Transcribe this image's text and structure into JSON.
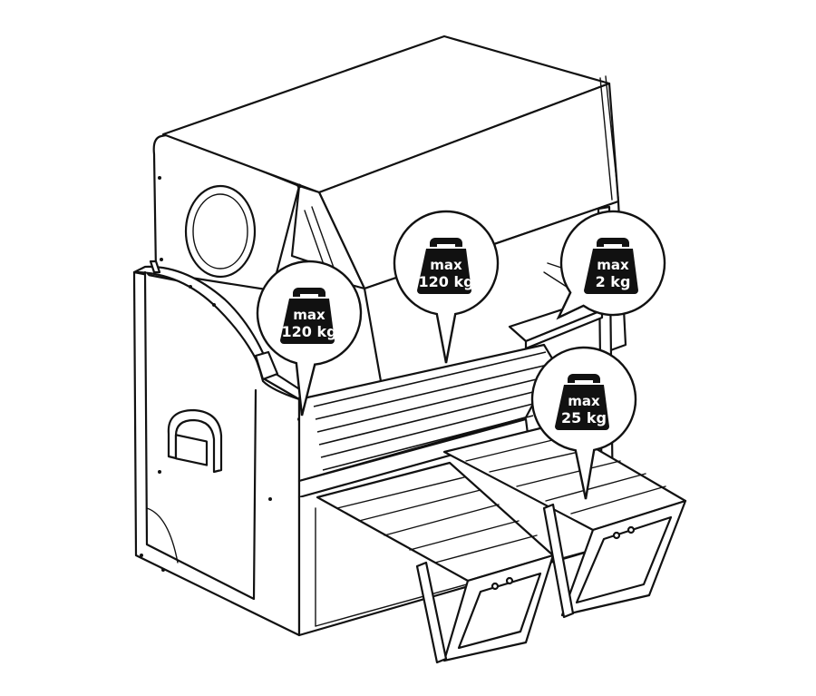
{
  "load_labels": [
    {
      "id": "seat-left",
      "line1": "max",
      "line2": "120 kg"
    },
    {
      "id": "seat-middle",
      "line1": "max",
      "line2": "120 kg"
    },
    {
      "id": "side-table",
      "line1": "max",
      "line2": "2 kg"
    },
    {
      "id": "footrest",
      "line1": "max",
      "line2": "25 kg"
    }
  ],
  "icons": {
    "weight": "kettle-weight-icon"
  }
}
